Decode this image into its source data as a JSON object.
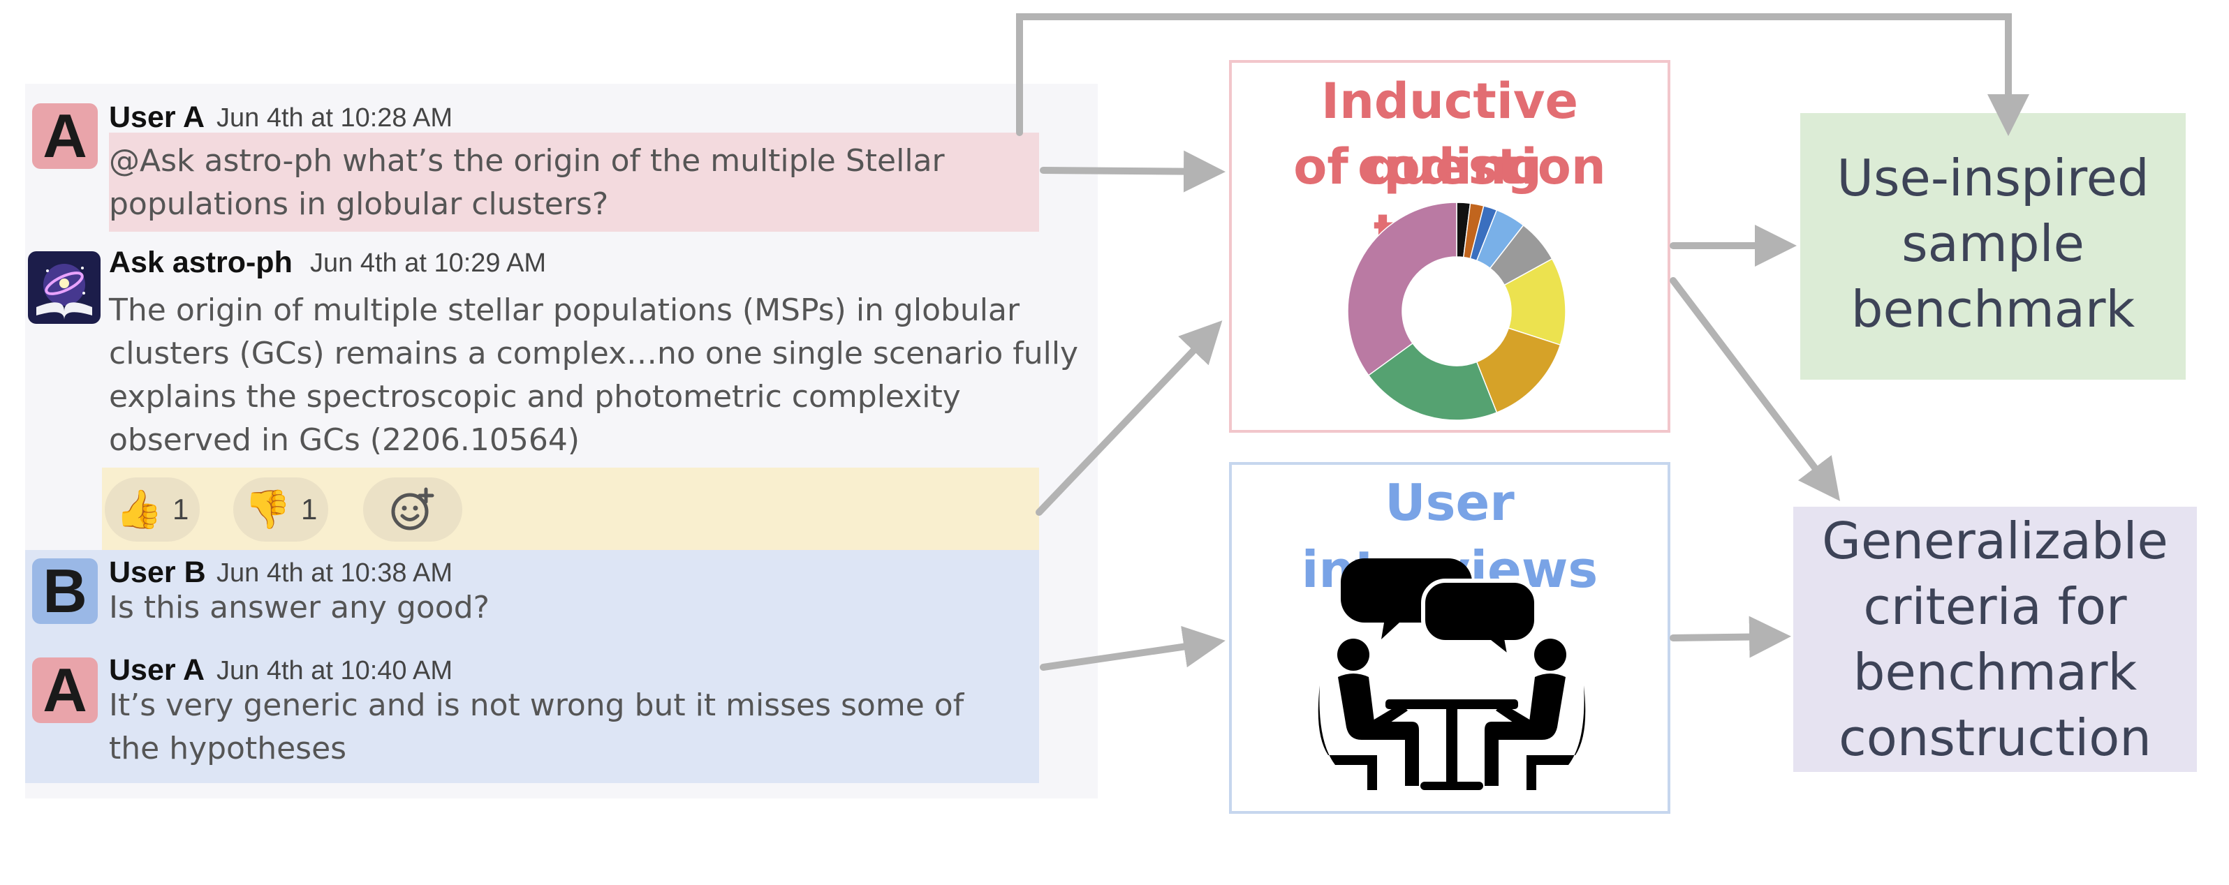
{
  "chat": {
    "messages": [
      {
        "avatar_letter": "A",
        "user": "User A",
        "timestamp": "Jun 4th at 10:28 AM",
        "lines": [
          "@Ask astro-ph what’s the origin of the multiple Stellar",
          "populations in globular clusters?"
        ]
      },
      {
        "avatar_icon": "galaxy-book-icon",
        "user": "Ask astro-ph",
        "timestamp": "Jun 4th at 10:29 AM",
        "lines": [
          "The origin of multiple stellar populations (MSPs) in globular",
          "clusters (GCs) remains a complex…no one single scenario fully",
          "explains the spectroscopic and photometric complexity",
          "observed in GCs (2206.10564)"
        ]
      },
      {
        "avatar_letter": "B",
        "user": "User B",
        "timestamp": "Jun 4th at 10:38 AM",
        "lines": [
          "Is this answer any good?"
        ]
      },
      {
        "avatar_letter": "A",
        "user": "User A",
        "timestamp": "Jun 4th at 10:40 AM",
        "lines": [
          "It’s very generic and is not wrong but it misses some of",
          "the hypotheses"
        ]
      }
    ],
    "reactions": [
      {
        "icon": "thumbs-up-icon",
        "count": "1"
      },
      {
        "icon": "thumbs-down-icon",
        "count": "1"
      },
      {
        "icon": "add-reaction-icon"
      }
    ]
  },
  "coding": {
    "title_lines": [
      "Inductive coding",
      "of question types"
    ],
    "donut": [
      {
        "value": 0.02,
        "color": "#111111"
      },
      {
        "value": 0.02,
        "color": "#c1651e"
      },
      {
        "value": 0.02,
        "color": "#3a6fbf"
      },
      {
        "value": 0.045,
        "color": "#79b0e8"
      },
      {
        "value": 0.065,
        "color": "#9a9a9a"
      },
      {
        "value": 0.13,
        "color": "#ece24f"
      },
      {
        "value": 0.14,
        "color": "#d6a228"
      },
      {
        "value": 0.21,
        "color": "#55a271"
      },
      {
        "value": 0.35,
        "color": "#ba7aa3"
      }
    ]
  },
  "interviews": {
    "title": "User interviews",
    "icon": "interview-people-icon"
  },
  "outputs": {
    "use_inspired": [
      "Use-inspired",
      "sample",
      "benchmark"
    ],
    "generalizable": [
      "Generalizable",
      "criteria for",
      "benchmark",
      "construction"
    ]
  },
  "colors": {
    "arrow": "#b3b3b3",
    "coding_title": "#e26d72",
    "interviews_title": "#79a3e6"
  }
}
